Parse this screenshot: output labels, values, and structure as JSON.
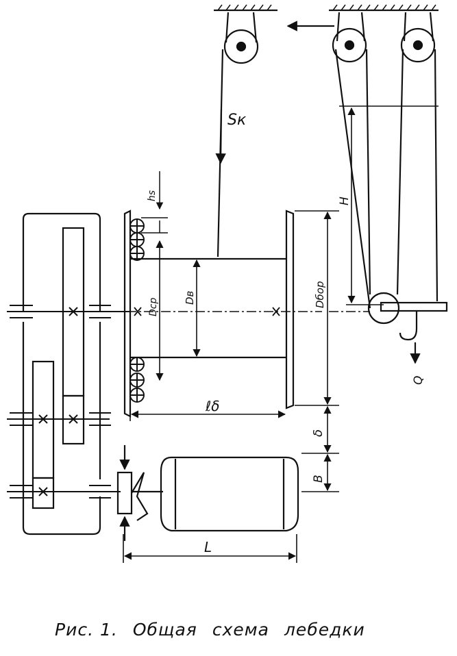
{
  "labels": {
    "sk": "Sк",
    "hs": "hs",
    "h": "H",
    "dv": "Dв",
    "dsr": "Dср",
    "dbor": "Dбор",
    "l_drum": "ℓδ",
    "delta": "δ",
    "b": "B",
    "l_motor": "L",
    "q": "Q",
    "x": "x"
  },
  "caption": {
    "prefix": "Рис. 1.",
    "word1": "Общая",
    "word2": "схема",
    "word3": "лебедки"
  }
}
